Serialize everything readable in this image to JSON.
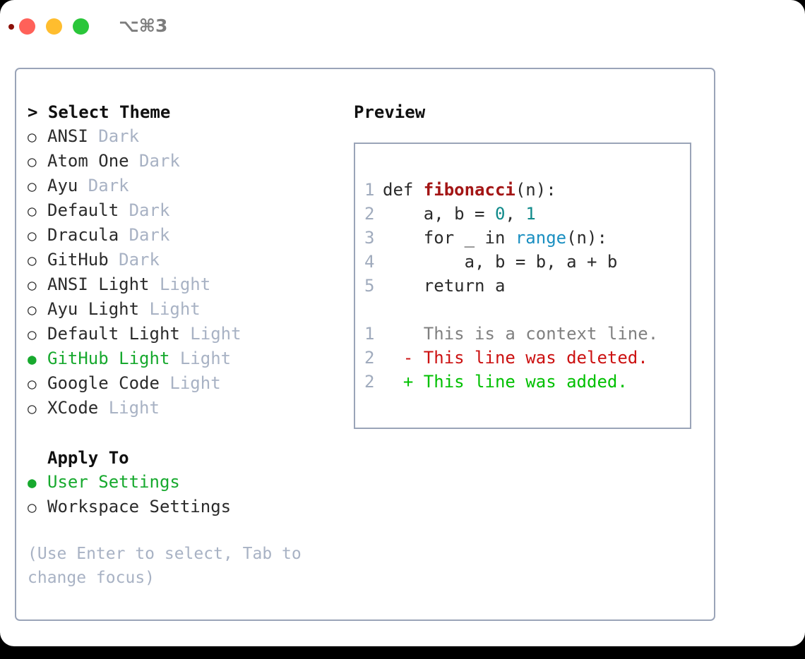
{
  "window": {
    "shortcut": "⌥⌘3",
    "traffic_lights": [
      "close-light",
      "minimize-light",
      "maximize-light"
    ],
    "accent_green": "#17a92e",
    "border_color": "#9aa4b8",
    "muted_color": "#a8b2c4"
  },
  "theme_picker": {
    "heading": "> Select Theme",
    "bullet_selected": "●",
    "bullet_unselected": "○",
    "options": [
      {
        "name": "ANSI",
        "badge": "Dark",
        "selected": false
      },
      {
        "name": "Atom One",
        "badge": "Dark",
        "selected": false
      },
      {
        "name": "Ayu",
        "badge": "Dark",
        "selected": false
      },
      {
        "name": "Default",
        "badge": "Dark",
        "selected": false
      },
      {
        "name": "Dracula",
        "badge": "Dark",
        "selected": false
      },
      {
        "name": "GitHub",
        "badge": "Dark",
        "selected": false
      },
      {
        "name": "ANSI Light",
        "badge": "Light",
        "selected": false
      },
      {
        "name": "Ayu Light",
        "badge": "Light",
        "selected": false
      },
      {
        "name": "Default Light",
        "badge": "Light",
        "selected": false
      },
      {
        "name": "GitHub Light",
        "badge": "Light",
        "selected": true
      },
      {
        "name": "Google Code",
        "badge": "Light",
        "selected": false
      },
      {
        "name": "XCode",
        "badge": "Light",
        "selected": false
      }
    ]
  },
  "apply_to": {
    "heading": "Apply To",
    "options": [
      {
        "name": "User Settings",
        "selected": true
      },
      {
        "name": "Workspace Settings",
        "selected": false
      }
    ]
  },
  "hint": "(Use Enter to select, Tab to change focus)",
  "preview": {
    "heading": "Preview",
    "code_lines": [
      {
        "num": "1",
        "segments": [
          {
            "text": "def ",
            "style": "tok-plain"
          },
          {
            "text": "fibonacci",
            "style": "tok-fn"
          },
          {
            "text": "(n):",
            "style": "tok-plain"
          }
        ]
      },
      {
        "num": "2",
        "segments": [
          {
            "text": "    a, b = ",
            "style": "tok-plain"
          },
          {
            "text": "0",
            "style": "tok-num"
          },
          {
            "text": ", ",
            "style": "tok-plain"
          },
          {
            "text": "1",
            "style": "tok-num"
          }
        ]
      },
      {
        "num": "3",
        "segments": [
          {
            "text": "    for _ in ",
            "style": "tok-plain"
          },
          {
            "text": "range",
            "style": "tok-call"
          },
          {
            "text": "(n):",
            "style": "tok-plain"
          }
        ]
      },
      {
        "num": "4",
        "segments": [
          {
            "text": "        a, b = b, a + b",
            "style": "tok-plain"
          }
        ]
      },
      {
        "num": "5",
        "segments": [
          {
            "text": "    return a",
            "style": "tok-plain"
          }
        ]
      }
    ],
    "diff_lines": [
      {
        "num": "1",
        "marker": " ",
        "text": " This is a context line.",
        "style": "diff-ctx"
      },
      {
        "num": "2",
        "marker": "-",
        "text": " This line was deleted.",
        "style": "diff-del"
      },
      {
        "num": "2",
        "marker": "+",
        "text": " This line was added.",
        "style": "diff-add"
      }
    ]
  }
}
